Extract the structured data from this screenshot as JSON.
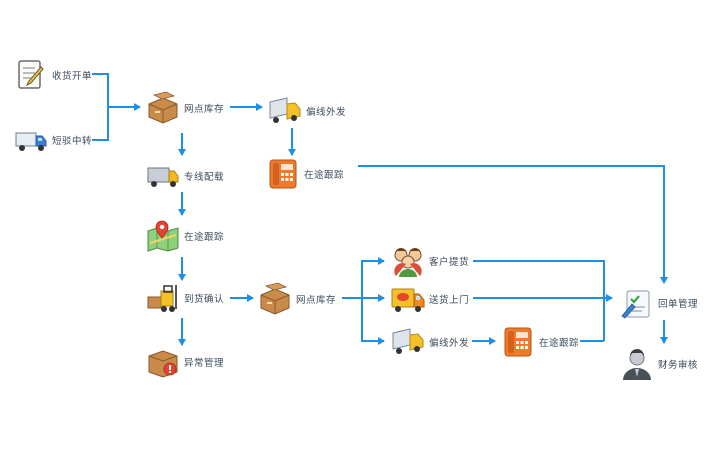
{
  "accent_color": "#1c8fe8",
  "nodes": {
    "receipt": {
      "label": "收货开单",
      "icon": "document-pencil-icon"
    },
    "transfer": {
      "label": "短驳中转",
      "icon": "small-truck-icon"
    },
    "inventory1": {
      "label": "网点库存",
      "icon": "cardboard-boxes-icon"
    },
    "branch_out1": {
      "label": "偏线外发",
      "icon": "delivery-truck-icon"
    },
    "trunk_load": {
      "label": "专线配载",
      "icon": "freight-truck-icon"
    },
    "tracking1": {
      "label": "在途跟踪",
      "icon": "phone-icon"
    },
    "tracking_map": {
      "label": "在途跟踪",
      "icon": "map-pin-icon"
    },
    "arrival": {
      "label": "到货确认",
      "icon": "forklift-icon"
    },
    "inventory2": {
      "label": "网点库存",
      "icon": "cardboard-boxes-icon"
    },
    "exception": {
      "label": "异常管理",
      "icon": "warning-box-icon"
    },
    "pickup": {
      "label": "客户提货",
      "icon": "customers-icon"
    },
    "delivery": {
      "label": "送货上门",
      "icon": "delivery-van-icon"
    },
    "branch_out2": {
      "label": "偏线外发",
      "icon": "delivery-truck-icon"
    },
    "tracking2": {
      "label": "在途跟踪",
      "icon": "phone-icon"
    },
    "receipt_mgmt": {
      "label": "回单管理",
      "icon": "checklist-icon"
    },
    "finance": {
      "label": "财务审核",
      "icon": "person-icon"
    }
  }
}
